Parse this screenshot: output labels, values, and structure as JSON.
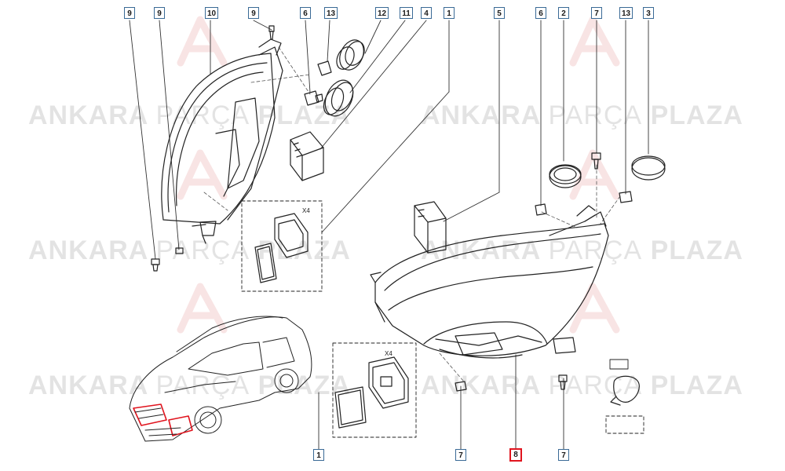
{
  "watermark": {
    "word1": "ANKARA",
    "word2": "PARÇA",
    "word3": "PLAZA"
  },
  "callouts": [
    {
      "id": "c1",
      "label": "9"
    },
    {
      "id": "c2",
      "label": "9"
    },
    {
      "id": "c3",
      "label": "10"
    },
    {
      "id": "c4",
      "label": "9"
    },
    {
      "id": "c5",
      "label": "6"
    },
    {
      "id": "c6",
      "label": "13"
    },
    {
      "id": "c7",
      "label": "12"
    },
    {
      "id": "c8",
      "label": "11"
    },
    {
      "id": "c9",
      "label": "4"
    },
    {
      "id": "c10",
      "label": "1"
    },
    {
      "id": "c11",
      "label": "5"
    },
    {
      "id": "c12",
      "label": "6"
    },
    {
      "id": "c13",
      "label": "2"
    },
    {
      "id": "c14",
      "label": "7"
    },
    {
      "id": "c15",
      "label": "13"
    },
    {
      "id": "c16",
      "label": "3"
    },
    {
      "id": "c17",
      "label": "1"
    },
    {
      "id": "c18",
      "label": "7"
    },
    {
      "id": "c19",
      "label": "8",
      "highlight": true
    },
    {
      "id": "c20",
      "label": "7"
    }
  ],
  "quantity_notes": {
    "upper": "X4",
    "lower": "X4"
  },
  "colors": {
    "callout_border": "#3a6a96",
    "highlight_border": "#e0141e",
    "line": "#222222"
  }
}
